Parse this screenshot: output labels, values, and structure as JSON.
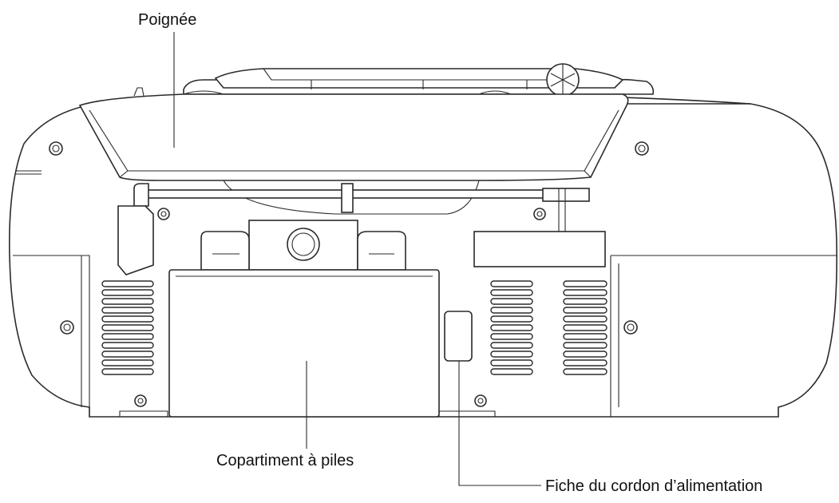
{
  "labels": {
    "handle": "Poignée",
    "battery_compartment": "Copartiment à piles",
    "power_plug": "Fiche du cordon d’alimentation"
  }
}
